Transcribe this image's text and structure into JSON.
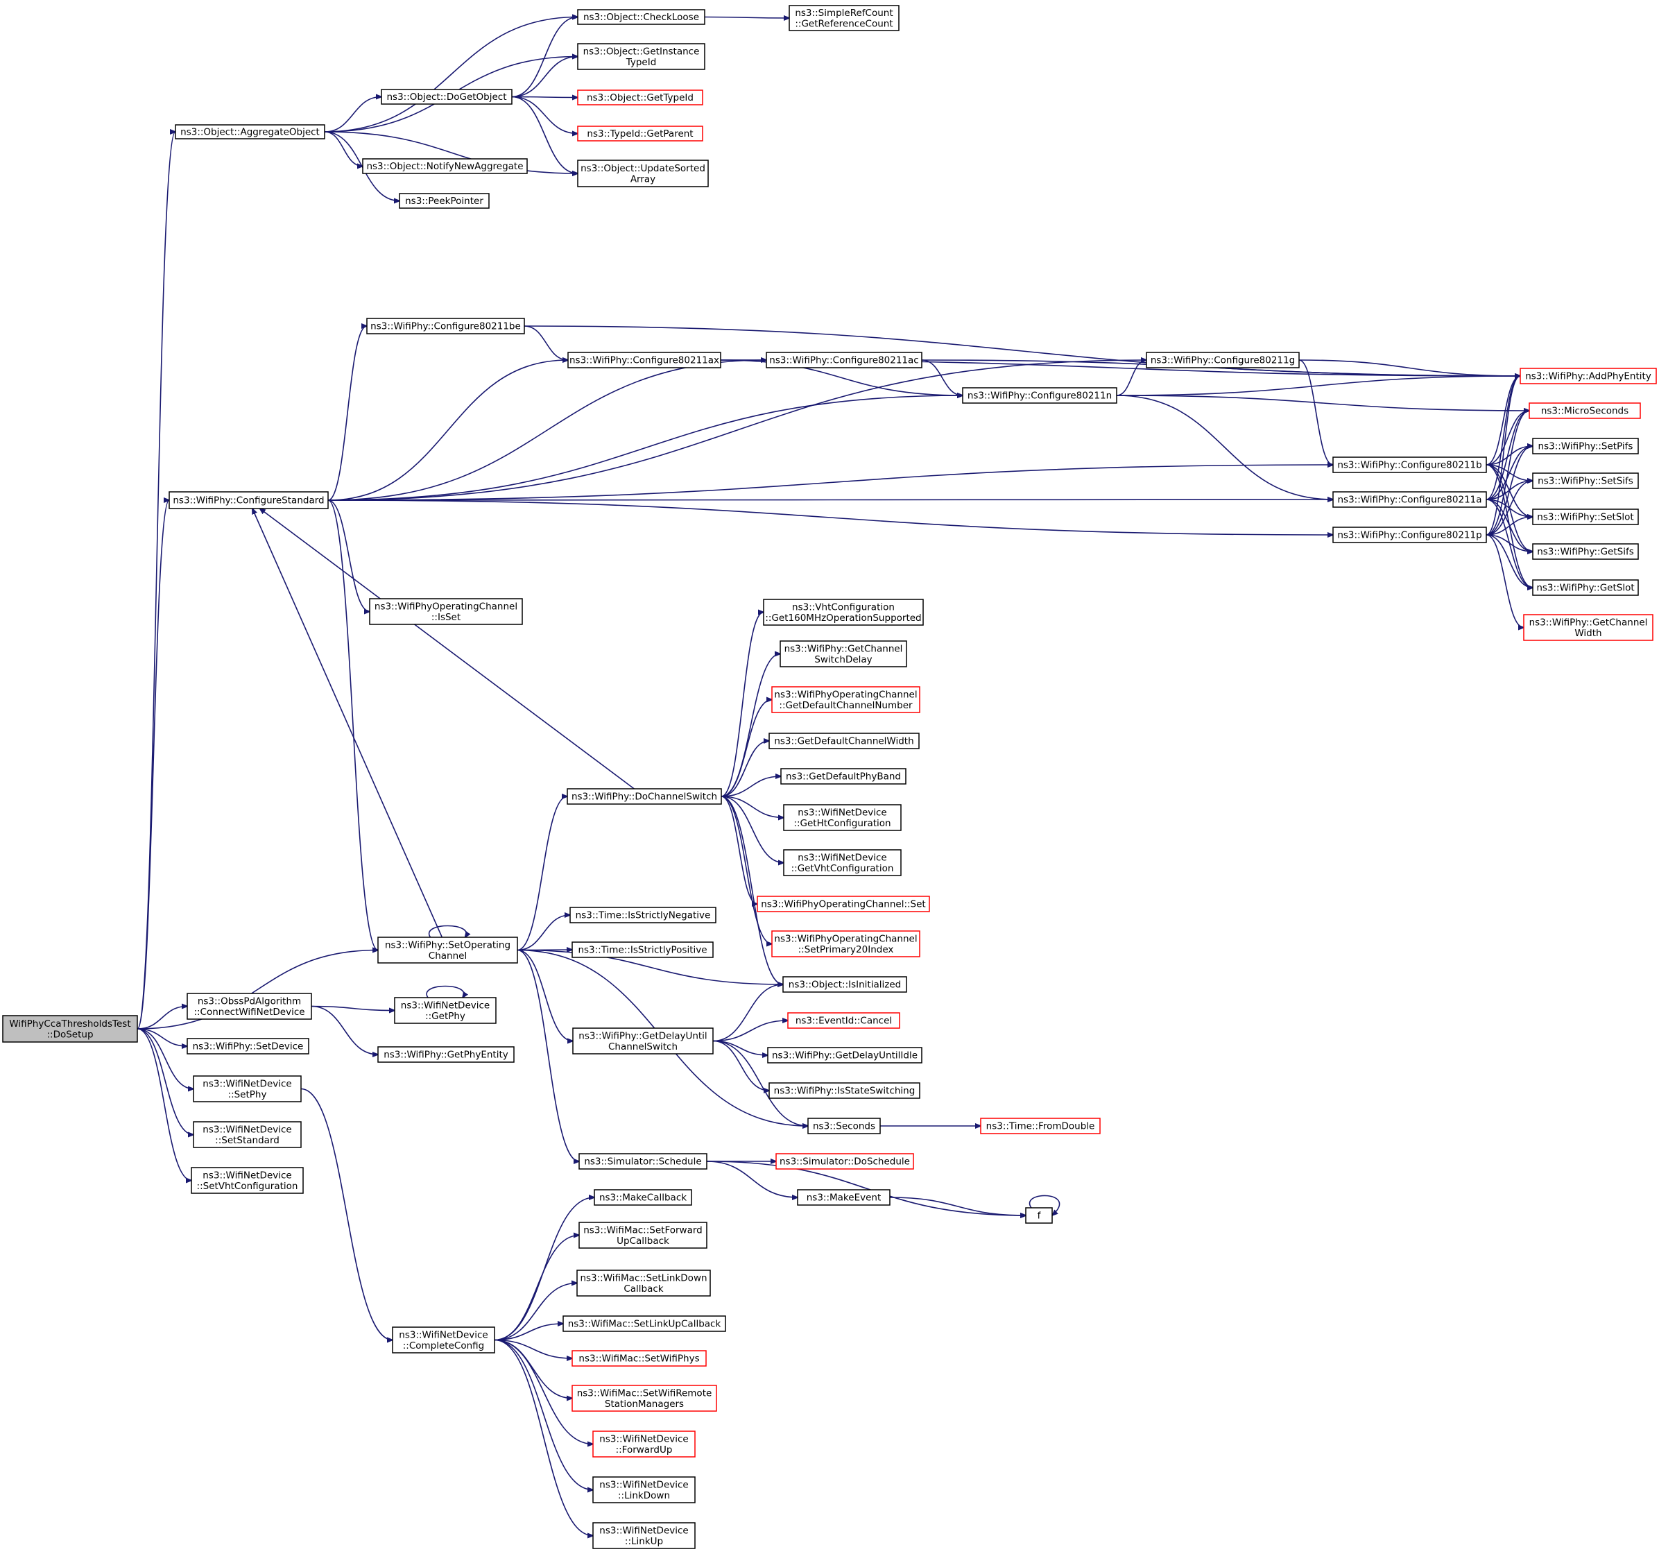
{
  "graph": {
    "title": "",
    "colors": {
      "edge": "#191970",
      "normal_border": "#000000",
      "truncated_border": "#ff0000",
      "root_fill": "#bfbfbf",
      "background": "#ffffff"
    },
    "nodes": [
      {
        "id": "root",
        "lines": [
          "WifiPhyCcaThresholdsTest",
          "::DoSetup"
        ],
        "style": "root"
      },
      {
        "id": "aggregate",
        "lines": [
          "ns3::Object::AggregateObject"
        ],
        "style": "normal"
      },
      {
        "id": "checkloose",
        "lines": [
          "ns3::Object::CheckLoose"
        ],
        "style": "normal"
      },
      {
        "id": "getrefcount",
        "lines": [
          "ns3::SimpleRefCount",
          "::GetReferenceCount"
        ],
        "style": "normal"
      },
      {
        "id": "getinstance",
        "lines": [
          "ns3::Object::GetInstance",
          "TypeId"
        ],
        "style": "normal"
      },
      {
        "id": "dogetobject",
        "lines": [
          "ns3::Object::DoGetObject"
        ],
        "style": "normal"
      },
      {
        "id": "gettypeid",
        "lines": [
          "ns3::Object::GetTypeId"
        ],
        "style": "red"
      },
      {
        "id": "getparent",
        "lines": [
          "ns3::TypeId::GetParent"
        ],
        "style": "red"
      },
      {
        "id": "notifyaggr",
        "lines": [
          "ns3::Object::NotifyNewAggregate"
        ],
        "style": "normal"
      },
      {
        "id": "updatesorted",
        "lines": [
          "ns3::Object::UpdateSorted",
          "Array"
        ],
        "style": "normal"
      },
      {
        "id": "peekpointer",
        "lines": [
          "ns3::PeekPointer"
        ],
        "style": "normal"
      },
      {
        "id": "configstd",
        "lines": [
          "ns3::WifiPhy::ConfigureStandard"
        ],
        "style": "normal"
      },
      {
        "id": "c80211be",
        "lines": [
          "ns3::WifiPhy::Configure80211be"
        ],
        "style": "normal"
      },
      {
        "id": "c80211ax",
        "lines": [
          "ns3::WifiPhy::Configure80211ax"
        ],
        "style": "normal"
      },
      {
        "id": "c80211ac",
        "lines": [
          "ns3::WifiPhy::Configure80211ac"
        ],
        "style": "normal"
      },
      {
        "id": "c80211n",
        "lines": [
          "ns3::WifiPhy::Configure80211n"
        ],
        "style": "normal"
      },
      {
        "id": "c80211g",
        "lines": [
          "ns3::WifiPhy::Configure80211g"
        ],
        "style": "normal"
      },
      {
        "id": "c80211b",
        "lines": [
          "ns3::WifiPhy::Configure80211b"
        ],
        "style": "normal"
      },
      {
        "id": "c80211a",
        "lines": [
          "ns3::WifiPhy::Configure80211a"
        ],
        "style": "normal"
      },
      {
        "id": "c80211p",
        "lines": [
          "ns3::WifiPhy::Configure80211p"
        ],
        "style": "normal"
      },
      {
        "id": "addphyentity",
        "lines": [
          "ns3::WifiPhy::AddPhyEntity"
        ],
        "style": "red"
      },
      {
        "id": "microseconds",
        "lines": [
          "ns3::MicroSeconds"
        ],
        "style": "red"
      },
      {
        "id": "setpifs",
        "lines": [
          "ns3::WifiPhy::SetPifs"
        ],
        "style": "normal"
      },
      {
        "id": "setsifs",
        "lines": [
          "ns3::WifiPhy::SetSifs"
        ],
        "style": "normal"
      },
      {
        "id": "setslot",
        "lines": [
          "ns3::WifiPhy::SetSlot"
        ],
        "style": "normal"
      },
      {
        "id": "getsifs",
        "lines": [
          "ns3::WifiPhy::GetSifs"
        ],
        "style": "normal"
      },
      {
        "id": "getslot",
        "lines": [
          "ns3::WifiPhy::GetSlot"
        ],
        "style": "normal"
      },
      {
        "id": "getchanwidth",
        "lines": [
          "ns3::WifiPhy::GetChannel",
          "Width"
        ],
        "style": "red"
      },
      {
        "id": "opchanisset",
        "lines": [
          "ns3::WifiPhyOperatingChannel",
          "::IsSet"
        ],
        "style": "normal"
      },
      {
        "id": "vht160",
        "lines": [
          "ns3::VhtConfiguration",
          "::Get160MHzOperationSupported"
        ],
        "style": "normal"
      },
      {
        "id": "getchanswitchdelay",
        "lines": [
          "ns3::WifiPhy::GetChannel",
          "SwitchDelay"
        ],
        "style": "normal"
      },
      {
        "id": "getdefchannum",
        "lines": [
          "ns3::WifiPhyOperatingChannel",
          "::GetDefaultChannelNumber"
        ],
        "style": "red"
      },
      {
        "id": "getdefchanwidth",
        "lines": [
          "ns3::GetDefaultChannelWidth"
        ],
        "style": "normal"
      },
      {
        "id": "getdefphyband",
        "lines": [
          "ns3::GetDefaultPhyBand"
        ],
        "style": "normal"
      },
      {
        "id": "dochanswitch",
        "lines": [
          "ns3::WifiPhy::DoChannelSwitch"
        ],
        "style": "normal"
      },
      {
        "id": "gethtconf",
        "lines": [
          "ns3::WifiNetDevice",
          "::GetHtConfiguration"
        ],
        "style": "normal"
      },
      {
        "id": "getvhtconf",
        "lines": [
          "ns3::WifiNetDevice",
          "::GetVhtConfiguration"
        ],
        "style": "normal"
      },
      {
        "id": "opchanset",
        "lines": [
          "ns3::WifiPhyOperatingChannel::Set"
        ],
        "style": "red"
      },
      {
        "id": "setprimary20",
        "lines": [
          "ns3::WifiPhyOperatingChannel",
          "::SetPrimary20Index"
        ],
        "style": "red"
      },
      {
        "id": "setopchan",
        "lines": [
          "ns3::WifiPhy::SetOperating",
          "Channel"
        ],
        "style": "normal"
      },
      {
        "id": "isstrictneg",
        "lines": [
          "ns3::Time::IsStrictlyNegative"
        ],
        "style": "normal"
      },
      {
        "id": "isstrictpos",
        "lines": [
          "ns3::Time::IsStrictlyPositive"
        ],
        "style": "normal"
      },
      {
        "id": "isinitialized",
        "lines": [
          "ns3::Object::IsInitialized"
        ],
        "style": "normal"
      },
      {
        "id": "obsspd",
        "lines": [
          "ns3::ObssPdAlgorithm",
          "::ConnectWifiNetDevice"
        ],
        "style": "normal"
      },
      {
        "id": "netdevgetphy",
        "lines": [
          "ns3::WifiNetDevice",
          "::GetPhy"
        ],
        "style": "normal"
      },
      {
        "id": "getphyentity",
        "lines": [
          "ns3::WifiPhy::GetPhyEntity"
        ],
        "style": "normal"
      },
      {
        "id": "setdevice",
        "lines": [
          "ns3::WifiPhy::SetDevice"
        ],
        "style": "normal"
      },
      {
        "id": "getdelayuntil",
        "lines": [
          "ns3::WifiPhy::GetDelayUntil",
          "ChannelSwitch"
        ],
        "style": "normal"
      },
      {
        "id": "eventcancel",
        "lines": [
          "ns3::EventId::Cancel"
        ],
        "style": "red"
      },
      {
        "id": "getdelayidle",
        "lines": [
          "ns3::WifiPhy::GetDelayUntilIdle"
        ],
        "style": "normal"
      },
      {
        "id": "isstateswitching",
        "lines": [
          "ns3::WifiPhy::IsStateSwitching"
        ],
        "style": "normal"
      },
      {
        "id": "seconds",
        "lines": [
          "ns3::Seconds"
        ],
        "style": "normal"
      },
      {
        "id": "fromdouble",
        "lines": [
          "ns3::Time::FromDouble"
        ],
        "style": "red"
      },
      {
        "id": "netdevsetphy",
        "lines": [
          "ns3::WifiNetDevice",
          "::SetPhy"
        ],
        "style": "normal"
      },
      {
        "id": "setstandard",
        "lines": [
          "ns3::WifiNetDevice",
          "::SetStandard"
        ],
        "style": "normal"
      },
      {
        "id": "setvhtconf",
        "lines": [
          "ns3::WifiNetDevice",
          "::SetVhtConfiguration"
        ],
        "style": "normal"
      },
      {
        "id": "schedule",
        "lines": [
          "ns3::Simulator::Schedule"
        ],
        "style": "normal"
      },
      {
        "id": "doschedule",
        "lines": [
          "ns3::Simulator::DoSchedule"
        ],
        "style": "red"
      },
      {
        "id": "makeevent",
        "lines": [
          "ns3::MakeEvent"
        ],
        "style": "normal"
      },
      {
        "id": "f",
        "lines": [
          "f"
        ],
        "style": "normal"
      },
      {
        "id": "makecallback",
        "lines": [
          "ns3::MakeCallback"
        ],
        "style": "normal"
      },
      {
        "id": "setfwdup",
        "lines": [
          "ns3::WifiMac::SetForward",
          "UpCallback"
        ],
        "style": "normal"
      },
      {
        "id": "setlinkdown",
        "lines": [
          "ns3::WifiMac::SetLinkDown",
          "Callback"
        ],
        "style": "normal"
      },
      {
        "id": "setlinkup",
        "lines": [
          "ns3::WifiMac::SetLinkUpCallback"
        ],
        "style": "normal"
      },
      {
        "id": "completeconfig",
        "lines": [
          "ns3::WifiNetDevice",
          "::CompleteConfig"
        ],
        "style": "normal"
      },
      {
        "id": "setwifiphys",
        "lines": [
          "ns3::WifiMac::SetWifiPhys"
        ],
        "style": "red"
      },
      {
        "id": "setremotemgr",
        "lines": [
          "ns3::WifiMac::SetWifiRemote",
          "StationManagers"
        ],
        "style": "red"
      },
      {
        "id": "forwardup",
        "lines": [
          "ns3::WifiNetDevice",
          "::ForwardUp"
        ],
        "style": "red"
      },
      {
        "id": "linkdown",
        "lines": [
          "ns3::WifiNetDevice",
          "::LinkDown"
        ],
        "style": "normal"
      },
      {
        "id": "linkup",
        "lines": [
          "ns3::WifiNetDevice",
          "::LinkUp"
        ],
        "style": "normal"
      }
    ],
    "edges": [
      [
        "root",
        "aggregate"
      ],
      [
        "root",
        "configstd"
      ],
      [
        "root",
        "setopchan"
      ],
      [
        "root",
        "obsspd"
      ],
      [
        "root",
        "setdevice"
      ],
      [
        "root",
        "netdevsetphy"
      ],
      [
        "root",
        "setstandard"
      ],
      [
        "root",
        "setvhtconf"
      ],
      [
        "aggregate",
        "checkloose"
      ],
      [
        "aggregate",
        "getinstance"
      ],
      [
        "aggregate",
        "dogetobject"
      ],
      [
        "aggregate",
        "updatesorted"
      ],
      [
        "aggregate",
        "notifyaggr"
      ],
      [
        "aggregate",
        "peekpointer"
      ],
      [
        "checkloose",
        "getrefcount"
      ],
      [
        "dogetobject",
        "checkloose"
      ],
      [
        "dogetobject",
        "getinstance"
      ],
      [
        "dogetobject",
        "gettypeid"
      ],
      [
        "dogetobject",
        "getparent"
      ],
      [
        "dogetobject",
        "updatesorted"
      ],
      [
        "configstd",
        "c80211be"
      ],
      [
        "configstd",
        "c80211ax"
      ],
      [
        "configstd",
        "c80211ac"
      ],
      [
        "configstd",
        "c80211n"
      ],
      [
        "configstd",
        "c80211g"
      ],
      [
        "configstd",
        "c80211b"
      ],
      [
        "configstd",
        "c80211a"
      ],
      [
        "configstd",
        "c80211p"
      ],
      [
        "configstd",
        "opchanisset"
      ],
      [
        "configstd",
        "setopchan"
      ],
      [
        "c80211be",
        "c80211ax"
      ],
      [
        "c80211be",
        "addphyentity"
      ],
      [
        "c80211ax",
        "c80211ac"
      ],
      [
        "c80211ax",
        "c80211n"
      ],
      [
        "c80211ax",
        "addphyentity"
      ],
      [
        "c80211ac",
        "c80211n"
      ],
      [
        "c80211ac",
        "addphyentity"
      ],
      [
        "c80211n",
        "c80211g"
      ],
      [
        "c80211n",
        "c80211a"
      ],
      [
        "c80211n",
        "addphyentity"
      ],
      [
        "c80211n",
        "microseconds"
      ],
      [
        "c80211g",
        "c80211b"
      ],
      [
        "c80211g",
        "addphyentity"
      ],
      [
        "c80211b",
        "addphyentity"
      ],
      [
        "c80211b",
        "microseconds"
      ],
      [
        "c80211b",
        "setpifs"
      ],
      [
        "c80211b",
        "setsifs"
      ],
      [
        "c80211b",
        "setslot"
      ],
      [
        "c80211b",
        "getsifs"
      ],
      [
        "c80211b",
        "getslot"
      ],
      [
        "c80211a",
        "addphyentity"
      ],
      [
        "c80211a",
        "microseconds"
      ],
      [
        "c80211a",
        "setpifs"
      ],
      [
        "c80211a",
        "setsifs"
      ],
      [
        "c80211a",
        "setslot"
      ],
      [
        "c80211a",
        "getsifs"
      ],
      [
        "c80211a",
        "getslot"
      ],
      [
        "c80211p",
        "addphyentity"
      ],
      [
        "c80211p",
        "microseconds"
      ],
      [
        "c80211p",
        "setpifs"
      ],
      [
        "c80211p",
        "setsifs"
      ],
      [
        "c80211p",
        "setslot"
      ],
      [
        "c80211p",
        "getsifs"
      ],
      [
        "c80211p",
        "getslot"
      ],
      [
        "c80211p",
        "getchanwidth"
      ],
      [
        "dochanswitch",
        "configstd"
      ],
      [
        "dochanswitch",
        "vht160"
      ],
      [
        "dochanswitch",
        "getchanswitchdelay"
      ],
      [
        "dochanswitch",
        "getdefchannum"
      ],
      [
        "dochanswitch",
        "getdefchanwidth"
      ],
      [
        "dochanswitch",
        "getdefphyband"
      ],
      [
        "dochanswitch",
        "gethtconf"
      ],
      [
        "dochanswitch",
        "getvhtconf"
      ],
      [
        "dochanswitch",
        "opchanset"
      ],
      [
        "dochanswitch",
        "setprimary20"
      ],
      [
        "dochanswitch",
        "isinitialized"
      ],
      [
        "setopchan",
        "setopchan"
      ],
      [
        "setopchan",
        "configstd"
      ],
      [
        "setopchan",
        "dochanswitch"
      ],
      [
        "setopchan",
        "isstrictneg"
      ],
      [
        "setopchan",
        "isstrictpos"
      ],
      [
        "setopchan",
        "isinitialized"
      ],
      [
        "setopchan",
        "getdelayuntil"
      ],
      [
        "setopchan",
        "seconds"
      ],
      [
        "setopchan",
        "schedule"
      ],
      [
        "obsspd",
        "netdevgetphy"
      ],
      [
        "obsspd",
        "getphyentity"
      ],
      [
        "netdevgetphy",
        "netdevgetphy"
      ],
      [
        "getdelayuntil",
        "isinitialized"
      ],
      [
        "getdelayuntil",
        "eventcancel"
      ],
      [
        "getdelayuntil",
        "getdelayidle"
      ],
      [
        "getdelayuntil",
        "isstateswitching"
      ],
      [
        "getdelayuntil",
        "seconds"
      ],
      [
        "seconds",
        "fromdouble"
      ],
      [
        "netdevsetphy",
        "completeconfig"
      ],
      [
        "schedule",
        "doschedule"
      ],
      [
        "schedule",
        "makeevent"
      ],
      [
        "schedule",
        "f"
      ],
      [
        "makeevent",
        "f"
      ],
      [
        "f",
        "f"
      ],
      [
        "completeconfig",
        "makecallback"
      ],
      [
        "completeconfig",
        "setfwdup"
      ],
      [
        "completeconfig",
        "setlinkdown"
      ],
      [
        "completeconfig",
        "setlinkup"
      ],
      [
        "completeconfig",
        "setwifiphys"
      ],
      [
        "completeconfig",
        "setremotemgr"
      ],
      [
        "completeconfig",
        "forwardup"
      ],
      [
        "completeconfig",
        "linkdown"
      ],
      [
        "completeconfig",
        "linkup"
      ]
    ]
  }
}
